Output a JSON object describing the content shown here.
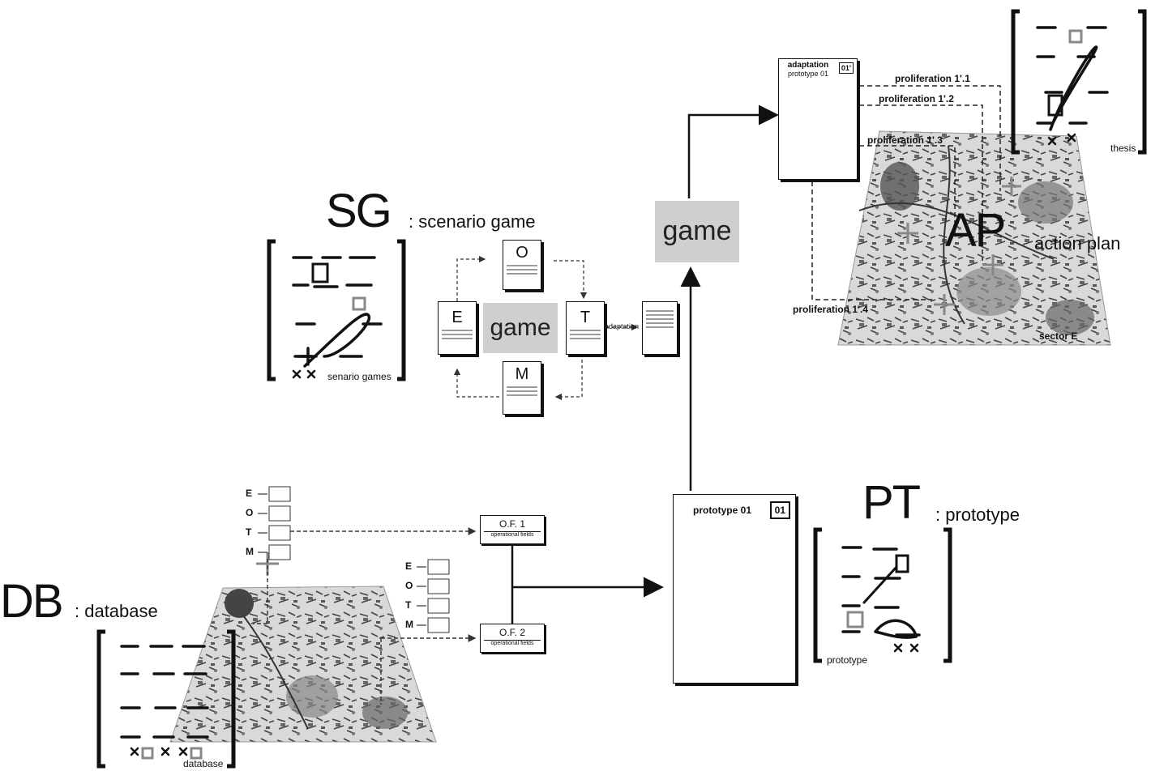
{
  "sections": {
    "sg": {
      "abbr": "SG",
      "label": ": scenario game"
    },
    "ap": {
      "abbr": "AP",
      "label": "action plan"
    },
    "pt": {
      "abbr": "PT",
      "label": ": prototype"
    },
    "db": {
      "abbr": "DB",
      "label": ": database"
    }
  },
  "sketch_labels": {
    "scenario": "senario games",
    "thesis": "thesis",
    "prototype": "prototype",
    "database": "database"
  },
  "game": {
    "label": "game",
    "scenario_game_label": "game"
  },
  "game_letters": [
    "E",
    "O",
    "T",
    "M"
  ],
  "card_captions": {
    "adaptation": "adaptation"
  },
  "adaptation_card": {
    "title": "adaptation",
    "subtitle": "prototype 01",
    "number": "01'"
  },
  "prototype_card": {
    "title": "prototype 01",
    "number": "01"
  },
  "proliferation": [
    "proliferation 1'.1",
    "proliferation 1'.2",
    "proliferation 1'.3",
    "proliferation 1'.4"
  ],
  "sector_label": "sector E",
  "eotm": [
    "E",
    "O",
    "T",
    "M"
  ],
  "operational_fields": [
    {
      "title": "O.F. 1",
      "subtitle": "operational fields"
    },
    {
      "title": "O.F. 2",
      "subtitle": "operational fields"
    }
  ]
}
